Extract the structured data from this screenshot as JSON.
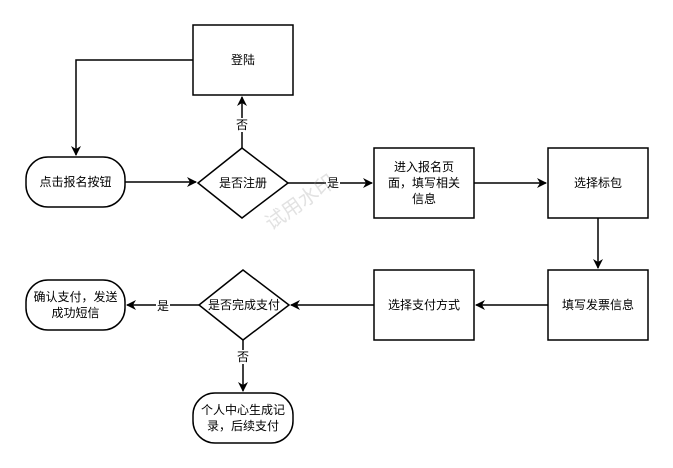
{
  "nodes": {
    "login": "登陆",
    "click_signup": "点击报名按钮",
    "is_registered": "是否注册",
    "enter_signup_page": "进入报名页面，填写相关信息",
    "choose_package": "选择标包",
    "fill_invoice": "填写发票信息",
    "choose_payment": "选择支付方式",
    "payment_done": "是否完成支付",
    "confirm_payment": "确认支付，发送成功短信",
    "personal_center": "个人中心生成记录，后续支付"
  },
  "edges": {
    "no_to_login": "否",
    "yes_to_signup_page": "是",
    "yes_to_confirm": "是",
    "no_to_center": "否"
  },
  "watermark": "试用水印",
  "colors": {
    "stroke": "#000000",
    "fill": "#ffffff",
    "watermark": "#969696"
  }
}
